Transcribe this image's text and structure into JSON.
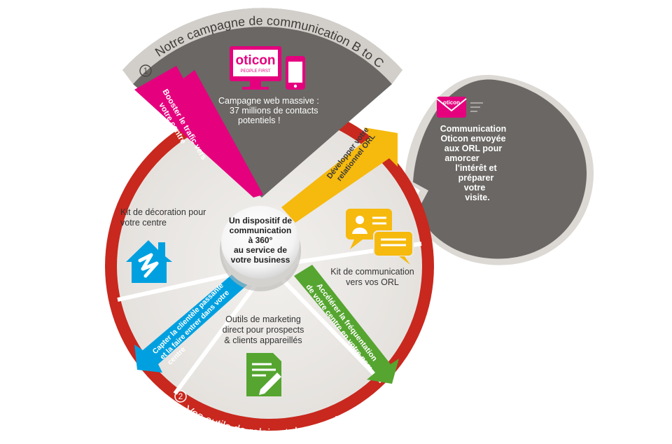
{
  "top_section": {
    "number": "1",
    "title": "Notre campagne de communication B to C",
    "pink_label_line1": "Booster le trafic vers",
    "pink_label_line2": "votre centre",
    "brand_logo": "oticon",
    "brand_tagline": "PEOPLE FIRST",
    "campaign_line1": "Campagne web massive :",
    "campaign_line2": "37 millions de contacts",
    "campaign_line3": "potentiels !"
  },
  "center": {
    "line1": "Un dispositif de",
    "line2": "communication",
    "line3": "à 360°",
    "line4": "au service de",
    "line5": "votre business"
  },
  "bottom_section": {
    "number": "2",
    "title": "Vos outils de relais et de captation"
  },
  "segments": {
    "decoration_line1": "Kit de décoration pour",
    "decoration_line2": "votre centre",
    "blue_label_line1": "Capter la clientèle passante",
    "blue_label_line2": "et la faire entrer dans votre",
    "blue_label_line3": "centre",
    "marketing_line1": "Outils de marketing",
    "marketing_line2": "direct pour prospects",
    "marketing_line3": "& clients appareillés",
    "green_label_line1": "Accélérer la fréquentation",
    "green_label_line2": "de votre centre en votre nom",
    "comm_kit_line1": "Kit de communication",
    "comm_kit_line2": "vers vos ORL",
    "yellow_label_line1": "Développer votre",
    "yellow_label_line2": "relationnel ORL"
  },
  "callout": {
    "brand_logo": "oticon",
    "line1": "Communication",
    "line2": "Oticon envoyée",
    "line3": "aux ORL pour",
    "line4": "amorcer",
    "line5": "l'intérêt et",
    "line6": "préparer",
    "line7": "votre",
    "line8": "visite."
  },
  "icons": [
    "monitor-icon",
    "phone-icon",
    "house-icon",
    "document-pen-icon",
    "chat-bubbles-icon",
    "envelope-icon"
  ],
  "colors": {
    "red_ring": "#c8281e",
    "top_sector": "#6a6764",
    "top_rim": "#8e8b87",
    "pink": "#e5007e",
    "yellow": "#f6b90d",
    "green": "#55a530",
    "blue": "#00a0e0",
    "light_panel": "#ebe9e6",
    "callout": "#6a6764"
  }
}
